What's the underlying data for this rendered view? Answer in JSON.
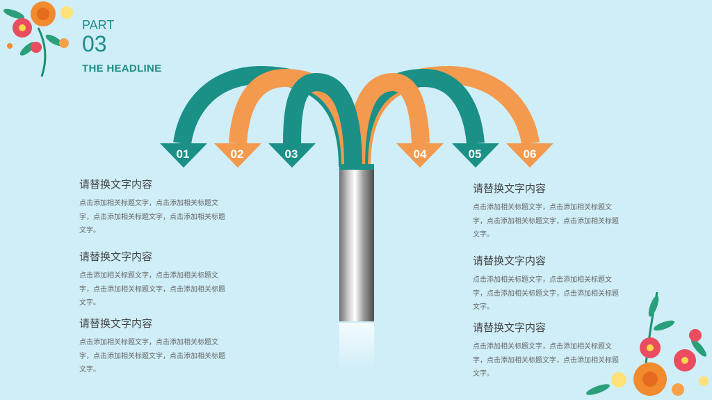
{
  "header": {
    "part_label": "PART",
    "part_number": "03",
    "headline": "THE HEADLINE"
  },
  "arrows": [
    {
      "label": "01",
      "color": "#1a9087"
    },
    {
      "label": "02",
      "color": "#f39a4e"
    },
    {
      "label": "03",
      "color": "#1a9087"
    },
    {
      "label": "04",
      "color": "#f39a4e"
    },
    {
      "label": "05",
      "color": "#1a9087"
    },
    {
      "label": "06",
      "color": "#f39a4e"
    }
  ],
  "blocks_left": [
    {
      "title": "请替换文字内容",
      "body": "点击添加相关标题文字，点击添加相关标题文字，点击添加相关标题文字，点击添加相关标题文字。"
    },
    {
      "title": "请替换文字内容",
      "body": "点击添加相关标题文字，点击添加相关标题文字，点击添加相关标题文字，点击添加相关标题文字。"
    },
    {
      "title": "请替换文字内容",
      "body": "点击添加相关标题文字，点击添加相关标题文字，点击添加相关标题文字，点击添加相关标题文字。"
    }
  ],
  "blocks_right": [
    {
      "title": "请替换文字内容",
      "body": "点击添加相关标题文字，点击添加相关标题文字，点击添加相关标题文字，点击添加相关标题文字。"
    },
    {
      "title": "请替换文字内容",
      "body": "点击添加相关标题文字，点击添加相关标题文字，点击添加相关标题文字，点击添加相关标题文字。"
    },
    {
      "title": "请替换文字内容",
      "body": "点击添加相关标题文字，点击添加相关标题文字，点击添加相关标题文字，点击添加相关标题文字。"
    }
  ],
  "colors": {
    "background": "#cfeef8",
    "teal": "#1a9087",
    "orange": "#f39a4e",
    "accent_text": "#1e8c88"
  }
}
